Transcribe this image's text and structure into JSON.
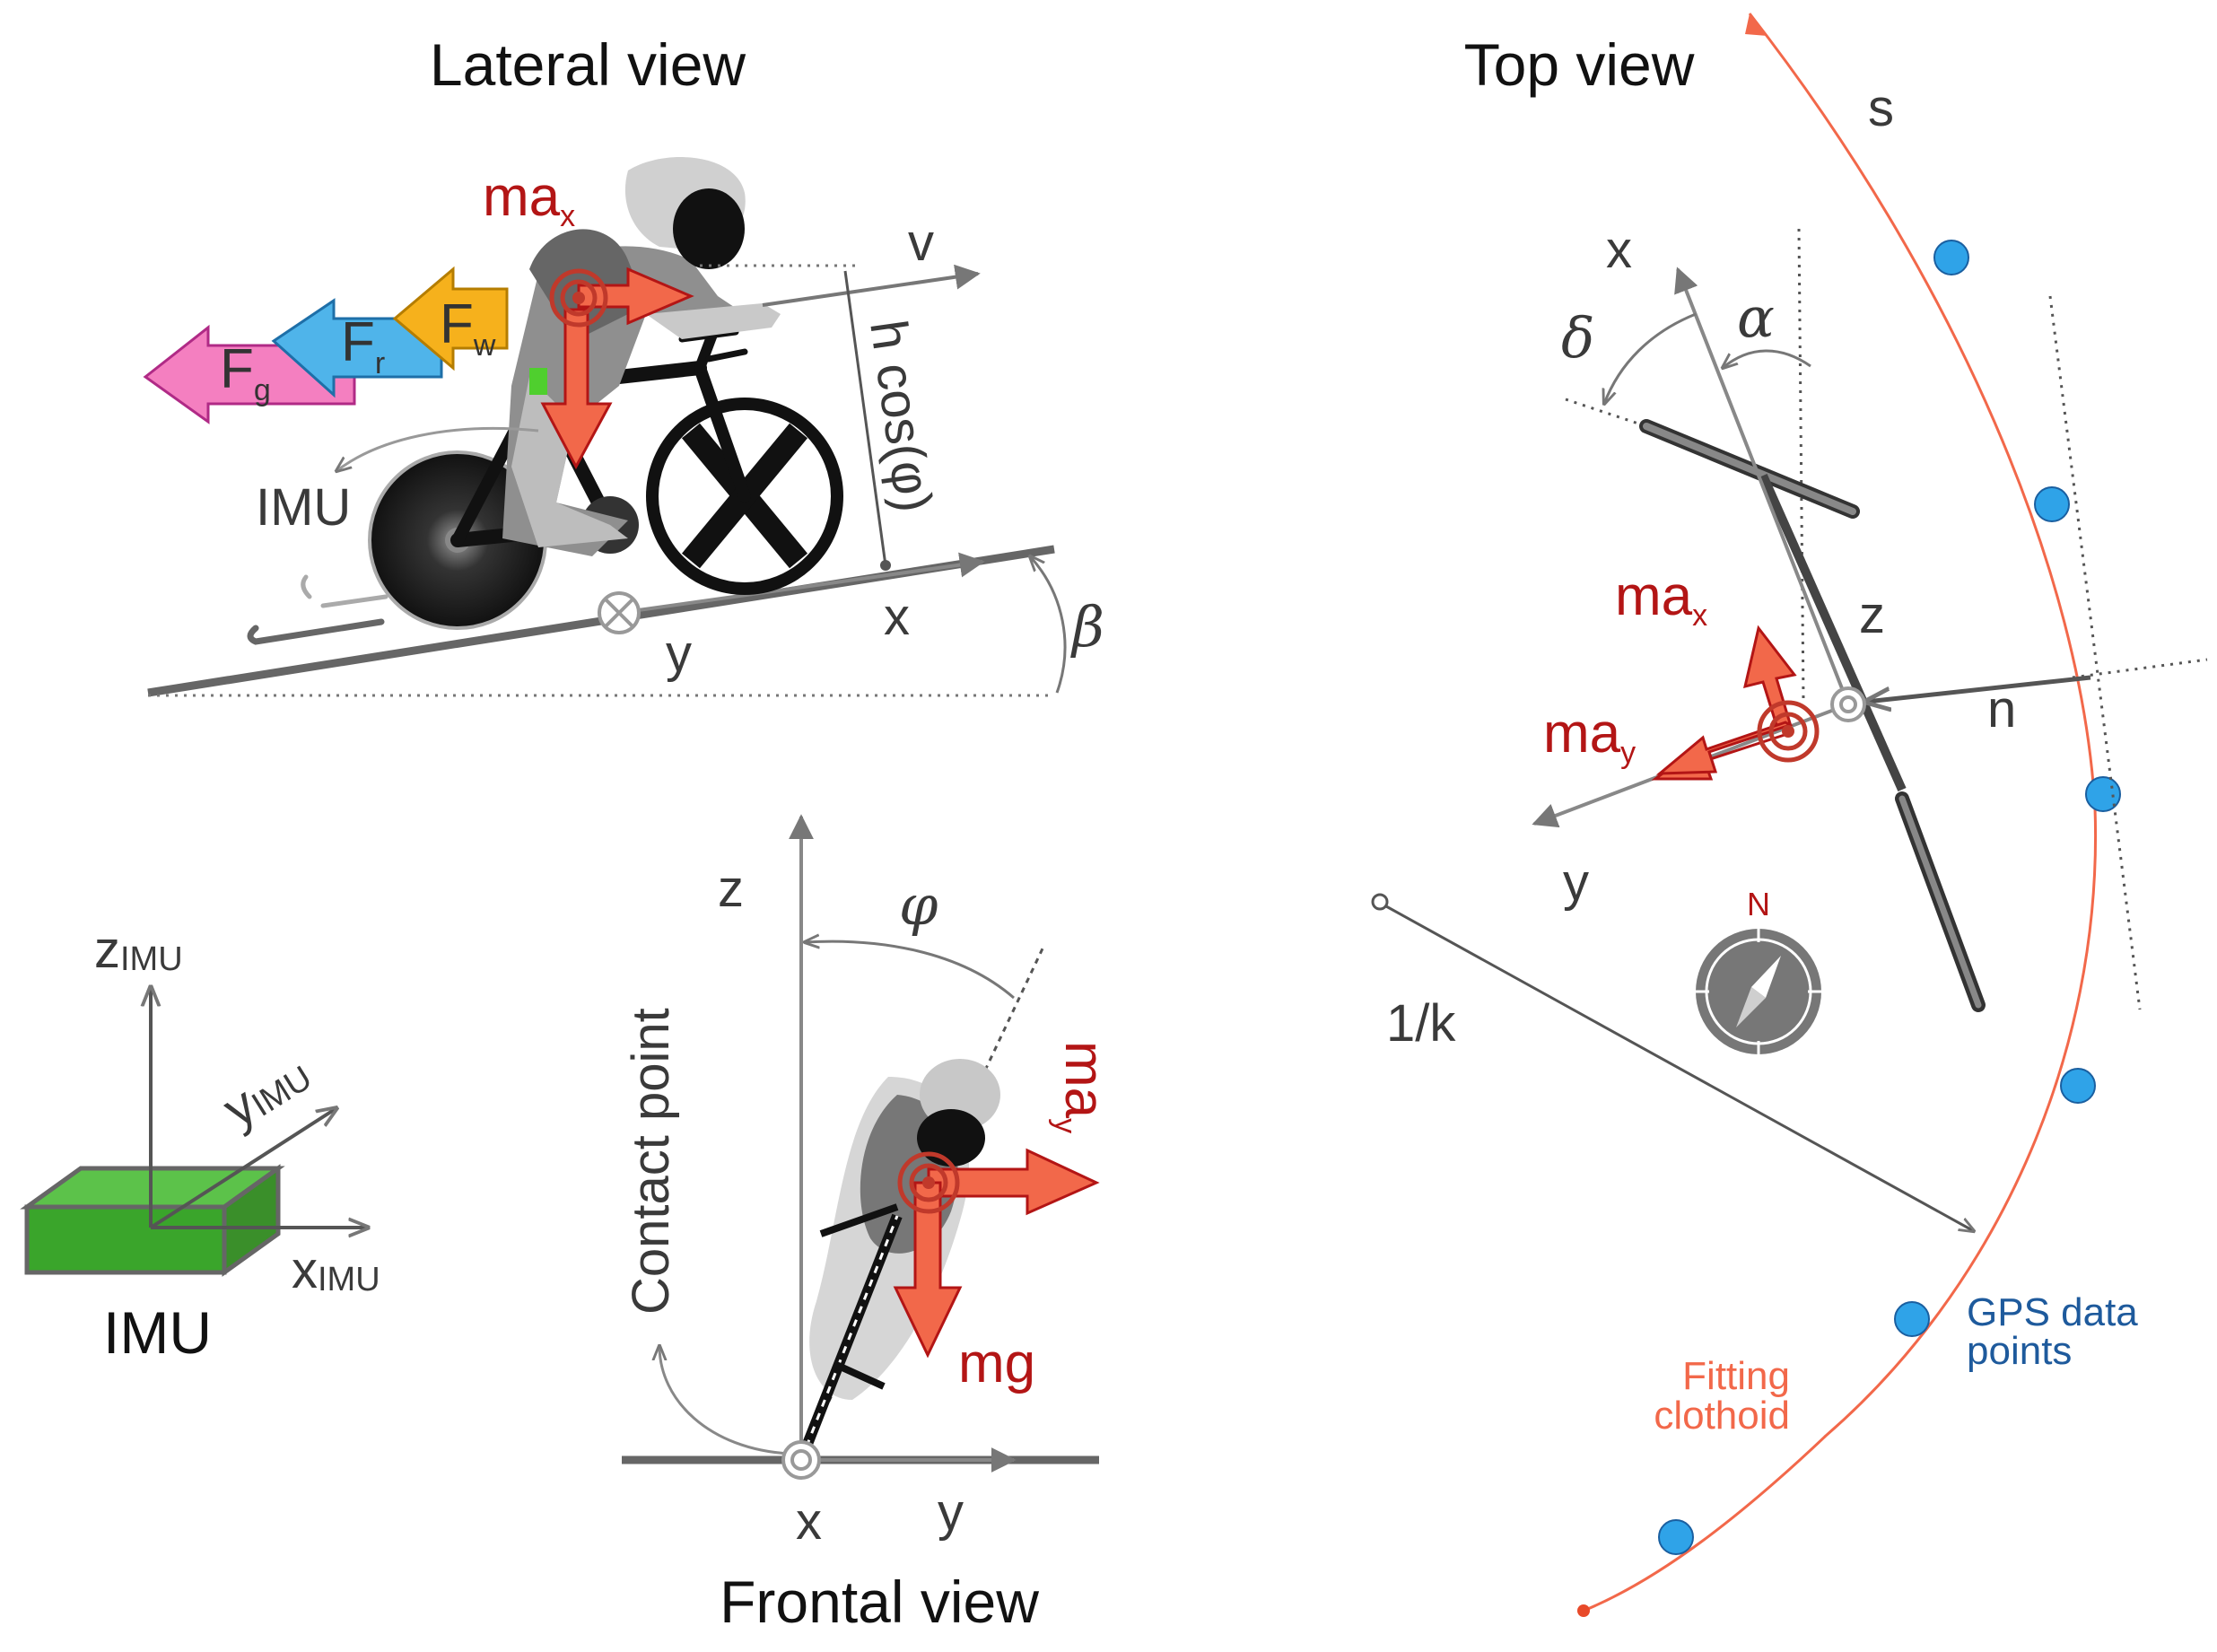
{
  "titles": {
    "lateral": "Lateral view",
    "top": "Top view",
    "frontal": "Frontal view"
  },
  "lateral": {
    "ma": "ma",
    "ma_sub": "x",
    "v": "v",
    "h_cos": "h cos(φ)",
    "imu": "IMU",
    "x": "x",
    "y": "y",
    "beta": "β",
    "fg": "F",
    "fg_sub": "g",
    "fr": "F",
    "fr_sub": "r",
    "fw": "F",
    "fw_sub": "w"
  },
  "imu_axes": {
    "z": "z",
    "z_sub": "IMU",
    "y": "y",
    "y_sub": "IMU",
    "x": "x",
    "x_sub": "IMU",
    "label": "IMU"
  },
  "frontal": {
    "z": "z",
    "phi": "φ",
    "contact": "Contact point",
    "ma": "ma",
    "ma_sub": "y",
    "mg": "mg",
    "x": "x",
    "y": "y"
  },
  "top": {
    "s": "s",
    "x": "x",
    "delta": "δ",
    "alpha": "α",
    "ma_x": "ma",
    "ma_x_sub": "x",
    "z": "z",
    "ma_y": "ma",
    "ma_y_sub": "y",
    "n": "n",
    "y": "y",
    "compass_n": "N",
    "radius": "1/k",
    "gps_line1": "GPS data",
    "gps_line2": "points",
    "fit_line1": "Fitting",
    "fit_line2": "clothoid"
  },
  "colors": {
    "force_red": "#f2684a",
    "label_red": "#b31515",
    "fg_pink": "#f47fc0",
    "fr_blue": "#4fb4ea",
    "fw_orange": "#f6b11c",
    "gps_blue": "#2fa3e8",
    "imu_green": "#3aa52b"
  }
}
